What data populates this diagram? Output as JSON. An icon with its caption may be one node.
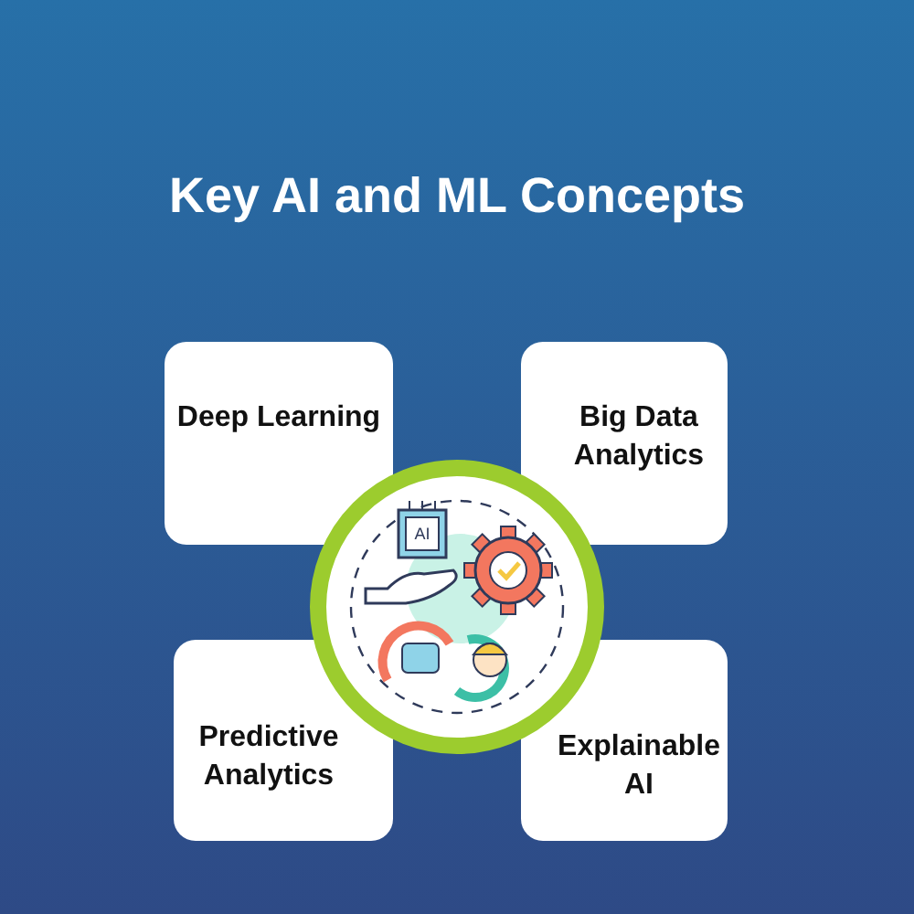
{
  "diagram": {
    "title": "Key AI and ML Concepts",
    "nodes": [
      {
        "text": [
          "Deep Learning"
        ]
      },
      {
        "text": [
          "Big Data Analytics"
        ]
      },
      {
        "text": [
          "Predictive Analytics"
        ]
      },
      {
        "text": [
          "Explainable AI"
        ]
      }
    ],
    "labels": [
      "AI"
    ]
  }
}
